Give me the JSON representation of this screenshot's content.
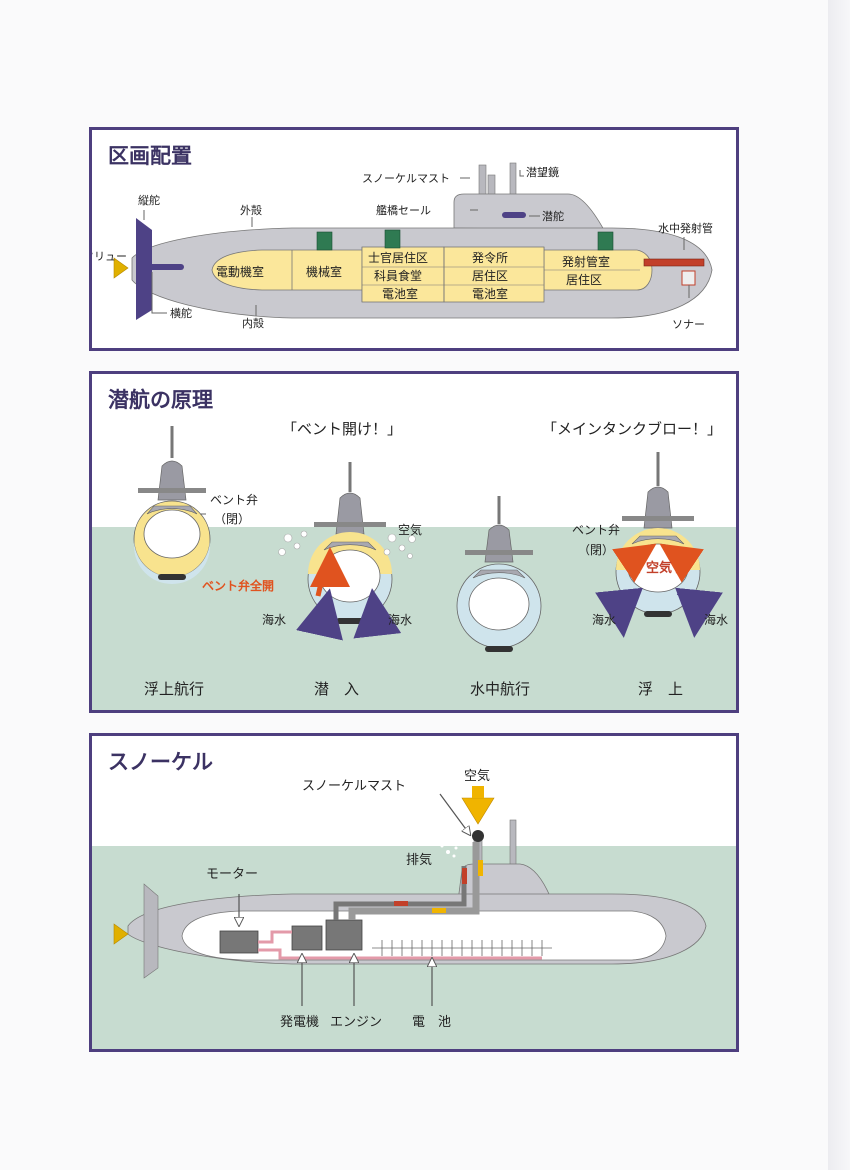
{
  "layout_panel": {
    "title": "区画配置",
    "labels": {
      "rudder_vertical": "縦舵",
      "screw": "スクリュー",
      "rudder_horizontal": "横舵",
      "outer_hull": "外殻",
      "inner_hull": "内殻",
      "snorkel_mast": "スノーケルマスト",
      "periscope": "潜望鏡",
      "bridge_sail": "艦橋セール",
      "diving_plane": "潜舵",
      "torpedo_tube": "水中発射管",
      "sonar": "ソナー",
      "motor_room": "電動機室",
      "machine_room": "機械室",
      "officer_quarters": "士官居住区",
      "mess": "科員食堂",
      "battery_room_1": "電池室",
      "control_room": "発令所",
      "quarters_1": "居住区",
      "battery_room_2": "電池室",
      "torpedo_room": "発射管室",
      "quarters_2": "居住区"
    }
  },
  "diving_panel": {
    "title": "潜航の原理",
    "callout_vent": "「ベント開け！」",
    "callout_blow": "「メインタンクブロー！」",
    "vent_valve": "ベント弁",
    "closed": "（閉）",
    "air": "空気",
    "vent_full_open": "ベント弁全開",
    "seawater": "海水",
    "stage_surface": "浮上航行",
    "stage_dive": "潜　入",
    "stage_submerged": "水中航行",
    "stage_rise": "浮　上"
  },
  "snorkel_panel": {
    "title": "スノーケル",
    "snorkel_mast": "スノーケルマスト",
    "air": "空気",
    "exhaust": "排気",
    "motor": "モーター",
    "generator": "発電機",
    "engine": "エンジン",
    "battery": "電　池"
  },
  "colors": {
    "frame": "#4e3f7f",
    "hull": "#c9c9cf",
    "compartment": "#fbe79b",
    "sea": "#c7dcd0",
    "ballast_water": "#cfe4ec",
    "tank_air": "#f8e38e",
    "arrow_orange": "#e0531f",
    "arrow_purple": "#4e4286"
  }
}
